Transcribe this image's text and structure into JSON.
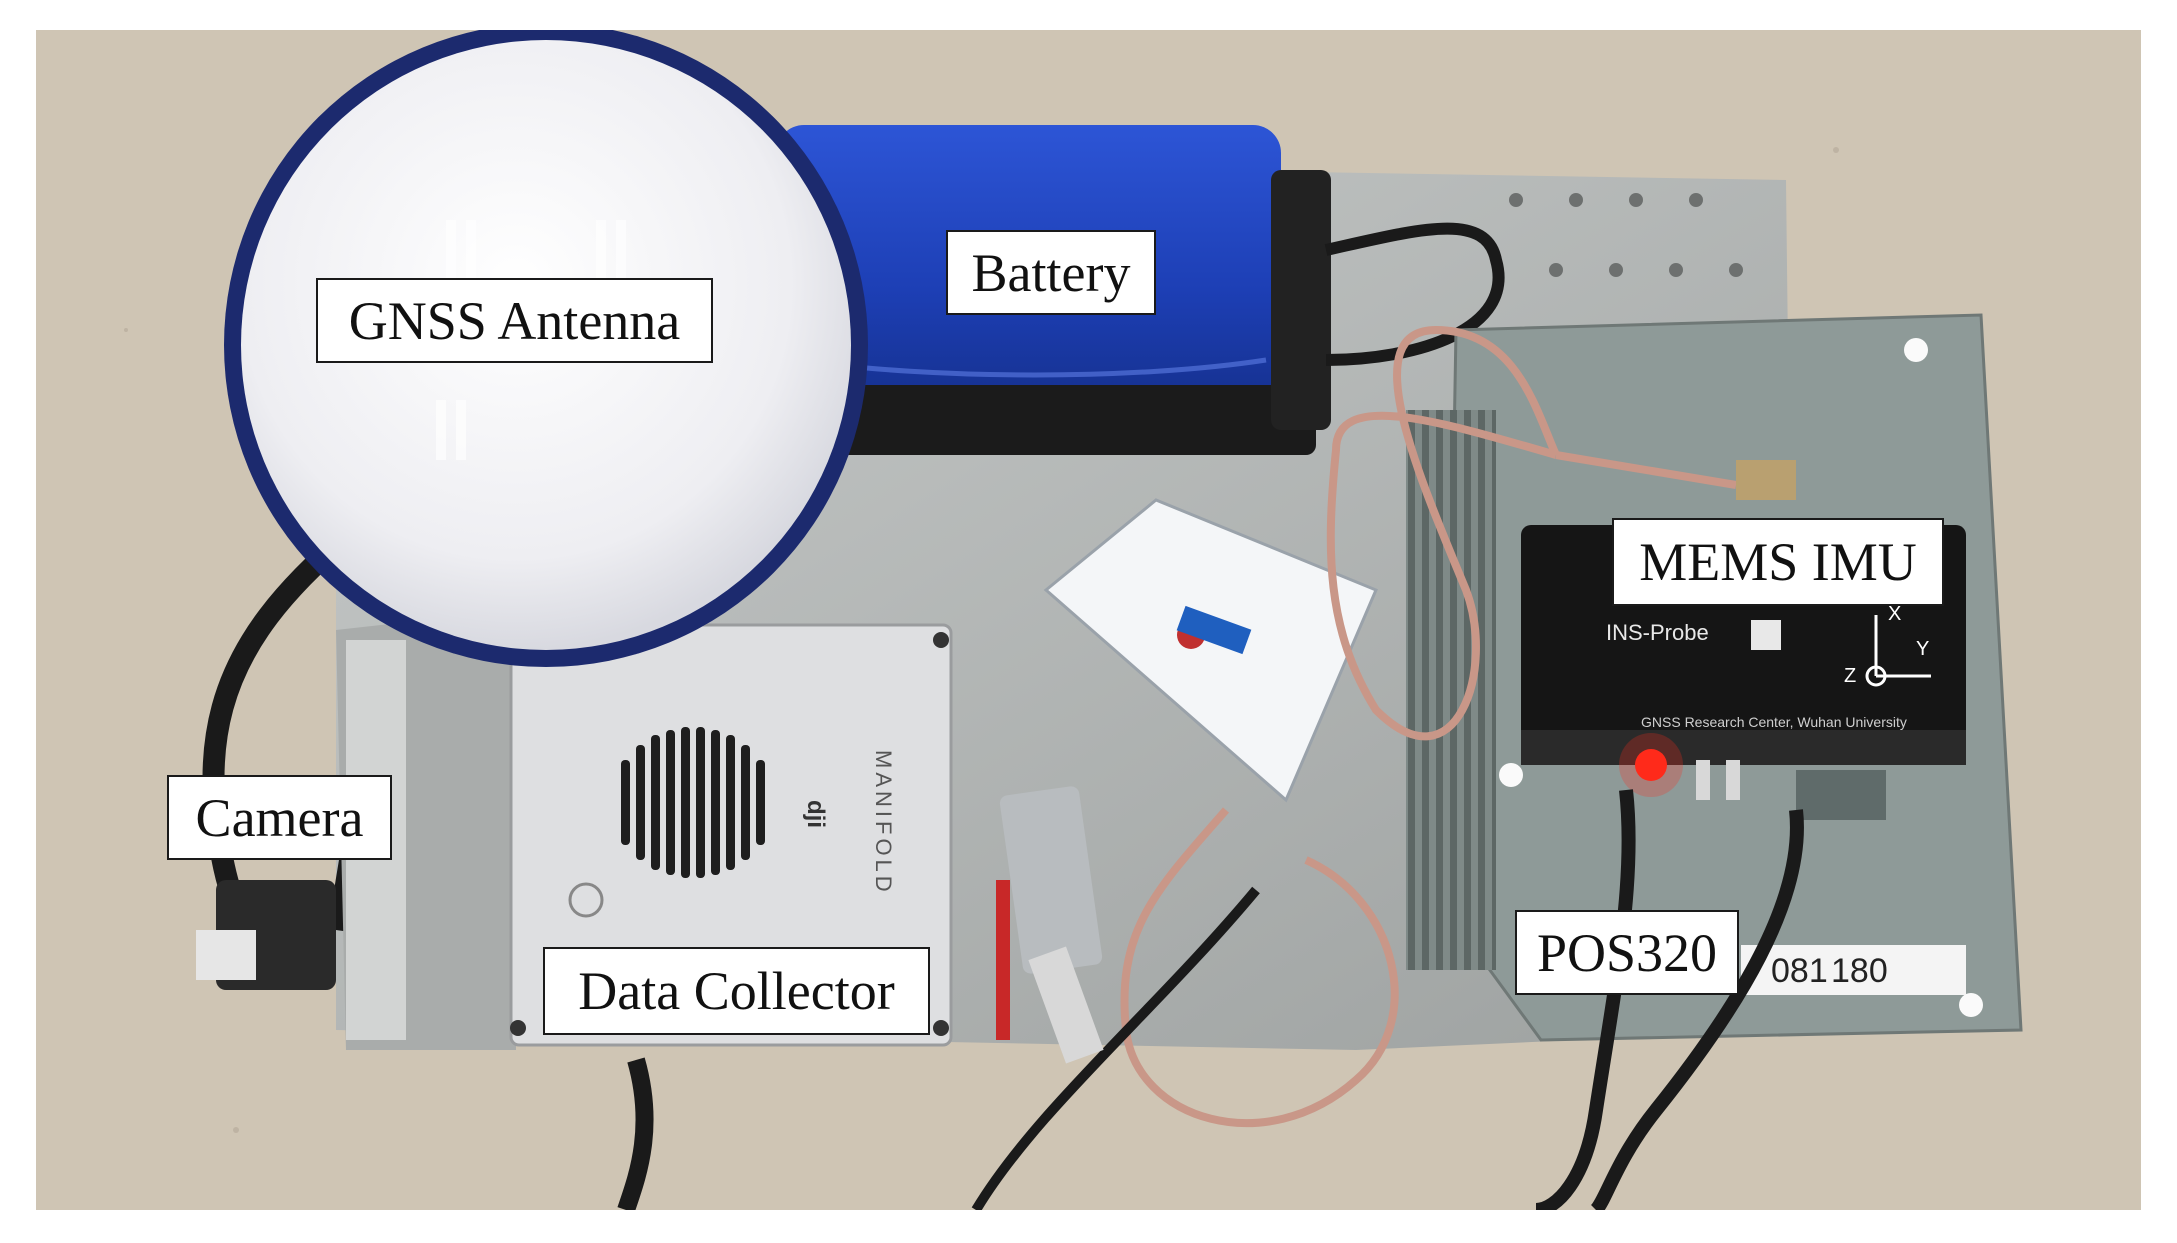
{
  "labels": {
    "gnss_antenna": "GNSS Antenna",
    "battery": "Battery",
    "mems_imu": "MEMS IMU",
    "camera": "Camera",
    "data_collector": "Data Collector",
    "pos320": "POS320"
  },
  "device_markings": {
    "ins_probe": "INS-Probe",
    "imu_footer": "GNSS Research Center, Wuhan University",
    "axis_x": "X",
    "axis_y": "Y",
    "axis_z": "Z",
    "collector_brand": "MANIFOLD",
    "collector_logo": "dji",
    "pos_sticker": "180",
    "pos_sticker_tail": "081"
  },
  "colors": {
    "table": "#cfc5b4",
    "antenna_rim": "#1c2a6e",
    "antenna_dome": "#f1f1f3",
    "battery": "#1d3fb5",
    "plate": "#b9bcbb",
    "imu_base": "#8e9a98",
    "imu_body": "#151515",
    "coax": "#c99788",
    "cable": "#1a1a1a",
    "led": "#ff2a1a"
  }
}
